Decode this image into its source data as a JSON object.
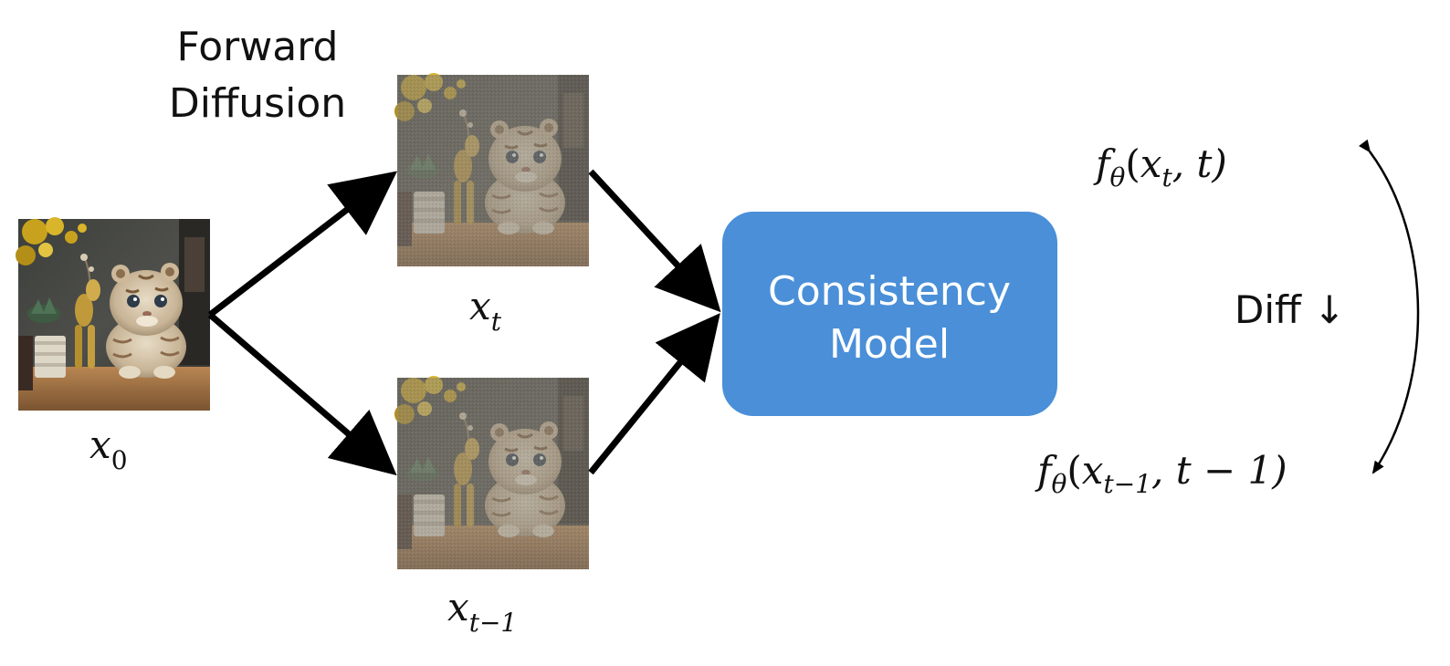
{
  "diagram": {
    "forward_label_line1": "Forward",
    "forward_label_line2": "Diffusion",
    "x0_label": "x",
    "x0_sub": "0",
    "xt_label": "x",
    "xt_sub": "t",
    "xt1_label": "x",
    "xt1_sub": "t−1",
    "model_line1": "Consistency",
    "model_line2": "Model",
    "f_top": {
      "f": "f",
      "theta": "θ",
      "open": "(",
      "x": "x",
      "x_sub": "t",
      "rest": ", t)"
    },
    "f_bottom": {
      "f": "f",
      "theta": "θ",
      "open": "(",
      "x": "x",
      "x_sub": "t−1",
      "rest": ", t − 1)"
    },
    "diff_label": "Diff ↓",
    "colors": {
      "model_box": "#4a8fd8",
      "arrow": "#000000",
      "text": "#111111"
    }
  }
}
